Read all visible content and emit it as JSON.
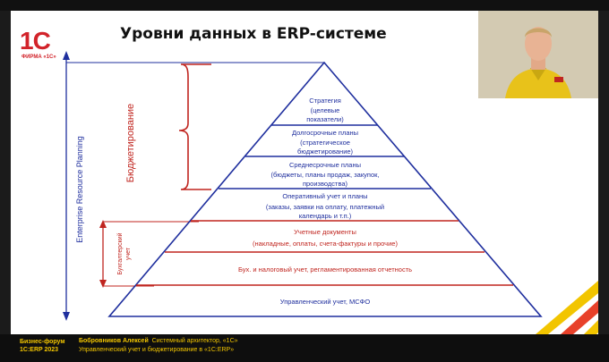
{
  "slide": {
    "title": "Уровни данных в ERP-системе",
    "logo_main": "1С",
    "logo_sub": "ФИРМА «1С»"
  },
  "side_labels": {
    "erp": "Enterprise Resource Planning",
    "budgeting": "Бюджетирование",
    "accounting": [
      "Бухгалтерский",
      "учет"
    ]
  },
  "pyramid": {
    "levels": [
      {
        "lines": [
          "Стратегия",
          "(целевые",
          "показатели)"
        ]
      },
      {
        "lines": [
          "Долгосрочные  планы",
          "(стратегическое",
          "бюджетирование)"
        ]
      },
      {
        "lines": [
          "Среднесрочные  планы",
          "(бюджеты, планы продаж, закупок,",
          "производства)"
        ]
      },
      {
        "lines": [
          "Оперативный  учет  и планы",
          "(заказы, заявки  на  оплату, платежный",
          "календарь  и  т.п.)"
        ]
      },
      {
        "lines": [
          "Учетные  документы",
          "(накладные,  оплаты,  счета-фактуры  и  прочие)"
        ]
      },
      {
        "lines": [
          "Бух.  и налоговый  учет,  регламентированная  отчетность"
        ]
      },
      {
        "lines": [
          "Управленческий  учет,  МСФО"
        ]
      }
    ],
    "colors": {
      "blue": "#1f2f9e",
      "red": "#c0251f",
      "text": "#1f2f9e",
      "text_red": "#c0251f"
    }
  },
  "footer": {
    "event_line1": "Бизнес-форум",
    "event_line2": "1С:ERP 2023",
    "speaker_name": "Бобровников Алексей",
    "speaker_role": "Системный архитектор, «1С»",
    "talk_title": "Управленческий учет и бюджетирование в «1С:ERP»"
  }
}
